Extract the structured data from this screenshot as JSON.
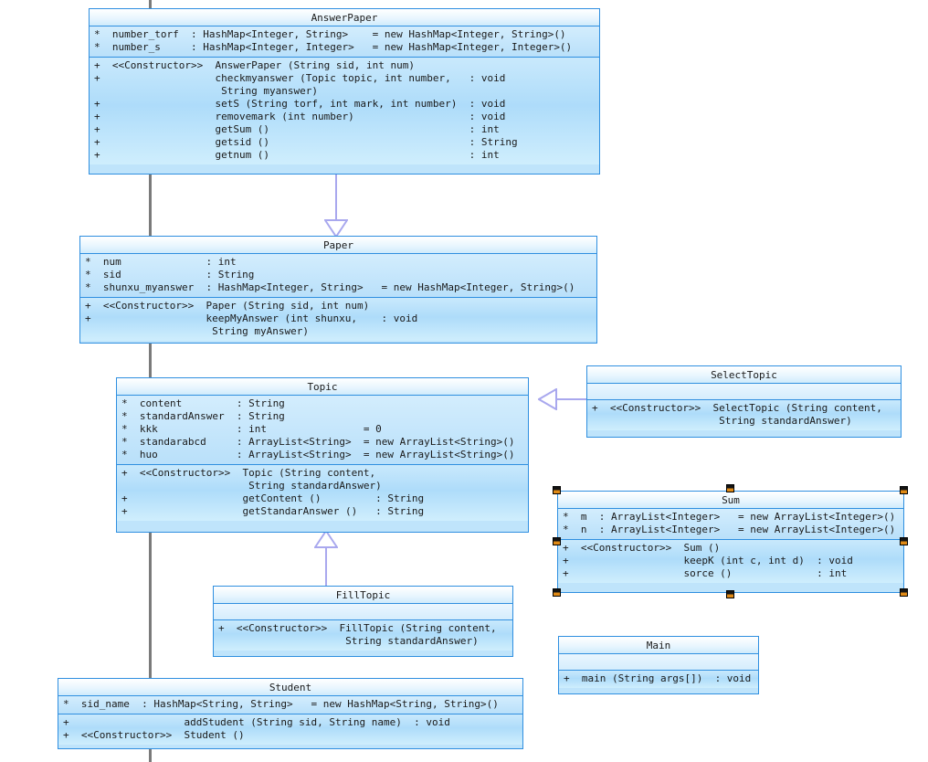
{
  "diagram": {
    "kind": "uml-class-diagram",
    "accent_border": "#2f8fe0",
    "inheritance_color": "#a9a8ee",
    "association_color": "#7a7a7a",
    "selection_handle_colors": [
      "#141414",
      "#e08a16"
    ]
  },
  "classes": {
    "answer_paper": {
      "name": "AnswerPaper",
      "attributes": [
        "*  number_torf  : HashMap<Integer, String>    = new HashMap<Integer, String>()",
        "*  number_s     : HashMap<Integer, Integer>   = new HashMap<Integer, Integer>()"
      ],
      "operations": [
        "+  <<Constructor>>  AnswerPaper (String sid, int num)",
        "+                   checkmyanswer (Topic topic, int number,   : void",
        "                     String myanswer)",
        "+                   setS (String torf, int mark, int number)  : void",
        "+                   removemark (int number)                   : void",
        "+                   getSum ()                                 : int",
        "+                   getsid ()                                 : String",
        "+                   getnum ()                                 : int"
      ]
    },
    "paper": {
      "name": "Paper",
      "attributes": [
        "*  num              : int",
        "*  sid              : String",
        "*  shunxu_myanswer  : HashMap<Integer, String>   = new HashMap<Integer, String>()"
      ],
      "operations": [
        "+  <<Constructor>>  Paper (String sid, int num)",
        "+                   keepMyAnswer (int shunxu,    : void",
        "                     String myAnswer)"
      ]
    },
    "topic": {
      "name": "Topic",
      "attributes": [
        "*  content         : String",
        "*  standardAnswer  : String",
        "*  kkk             : int                = 0",
        "*  standarabcd     : ArrayList<String>  = new ArrayList<String>()",
        "*  huo             : ArrayList<String>  = new ArrayList<String>()"
      ],
      "operations": [
        "+  <<Constructor>>  Topic (String content,",
        "                     String standardAnswer)",
        "+                   getContent ()         : String",
        "+                   getStandarAnswer ()   : String"
      ]
    },
    "select_topic": {
      "name": "SelectTopic",
      "attributes": [],
      "operations": [
        "+  <<Constructor>>  SelectTopic (String content,",
        "                     String standardAnswer)"
      ]
    },
    "sum": {
      "name": "Sum",
      "selected": true,
      "attributes": [
        "*  m  : ArrayList<Integer>   = new ArrayList<Integer>()",
        "*  n  : ArrayList<Integer>   = new ArrayList<Integer>()"
      ],
      "operations": [
        "+  <<Constructor>>  Sum ()",
        "+                   keepK (int c, int d)  : void",
        "+                   sorce ()              : int"
      ]
    },
    "fill_topic": {
      "name": "FillTopic",
      "attributes": [],
      "operations": [
        "+  <<Constructor>>  FillTopic (String content,",
        "                     String standardAnswer)"
      ]
    },
    "main": {
      "name": "Main",
      "attributes": [],
      "operations": [
        "+  main (String args[])  : void"
      ]
    },
    "student": {
      "name": "Student",
      "attributes": [
        "*  sid_name  : HashMap<String, String>   = new HashMap<String, String>()"
      ],
      "operations": [
        "+                   addStudent (String sid, String name)  : void",
        "+  <<Constructor>>  Student ()"
      ]
    }
  },
  "relations": [
    {
      "type": "generalization",
      "from": "AnswerPaper",
      "to": "Paper"
    },
    {
      "type": "generalization",
      "from": "SelectTopic",
      "to": "Topic"
    },
    {
      "type": "generalization",
      "from": "FillTopic",
      "to": "Topic"
    },
    {
      "type": "association",
      "from": "Paper",
      "to": "Student"
    }
  ]
}
